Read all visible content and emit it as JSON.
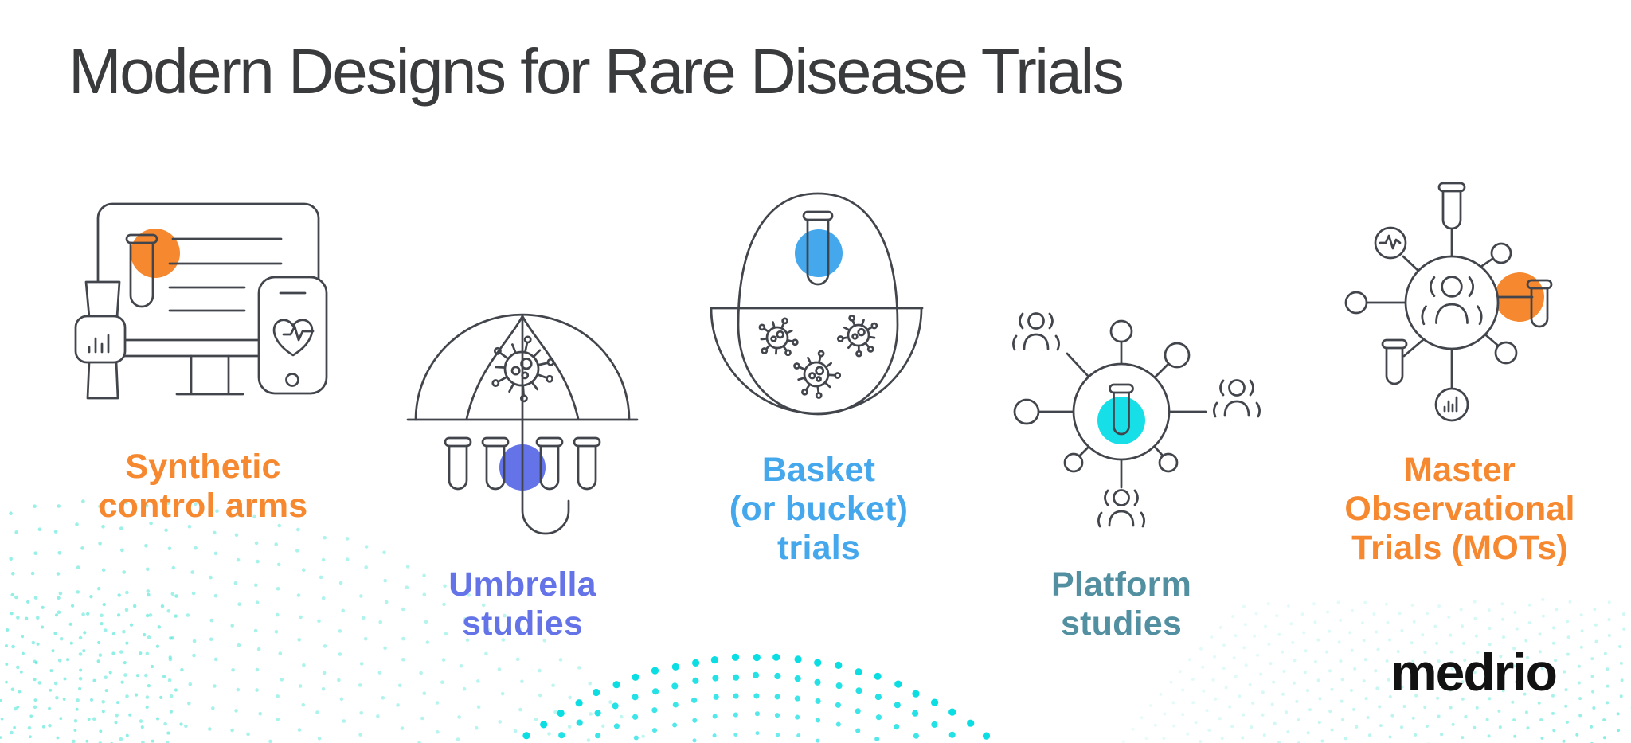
{
  "page": {
    "title": "Modern Designs for Rare Disease Trials",
    "background": "#ffffff"
  },
  "brand": {
    "name": "medrio"
  },
  "style": {
    "title_color": "#3a3b3d",
    "line_color": "#42464c",
    "accent_orange": "#f6882f",
    "accent_purple": "#6474e8",
    "accent_blue": "#45a8ec",
    "accent_teal": "#528fa0",
    "accent_cyan": "#17dfe8",
    "dot_bright": "#0bdee2",
    "dot_faint": "#35e2cf"
  },
  "items": [
    {
      "id": "synthetic-control-arms",
      "icon": "monitor-testtube-watch-phone-icon",
      "accent": "#f6882f",
      "lines": [
        "Synthetic",
        "control arms"
      ]
    },
    {
      "id": "umbrella-studies",
      "icon": "umbrella-virus-testtubes-icon",
      "accent": "#6474e8",
      "lines": [
        "Umbrella",
        "studies"
      ]
    },
    {
      "id": "basket-trials",
      "icon": "basket-testtube-viruses-icon",
      "accent": "#45a8ec",
      "lines": [
        "Basket",
        "(or bucket)",
        "trials"
      ]
    },
    {
      "id": "platform-studies",
      "icon": "hub-testtube-cohorts-icon",
      "accent": "#528fa0",
      "lines": [
        "Platform",
        "studies"
      ]
    },
    {
      "id": "master-observational-trials",
      "icon": "network-people-testtubes-icon",
      "accent": "#f6882f",
      "lines": [
        "Master",
        "Observational",
        "Trials (MOTs)"
      ]
    }
  ]
}
